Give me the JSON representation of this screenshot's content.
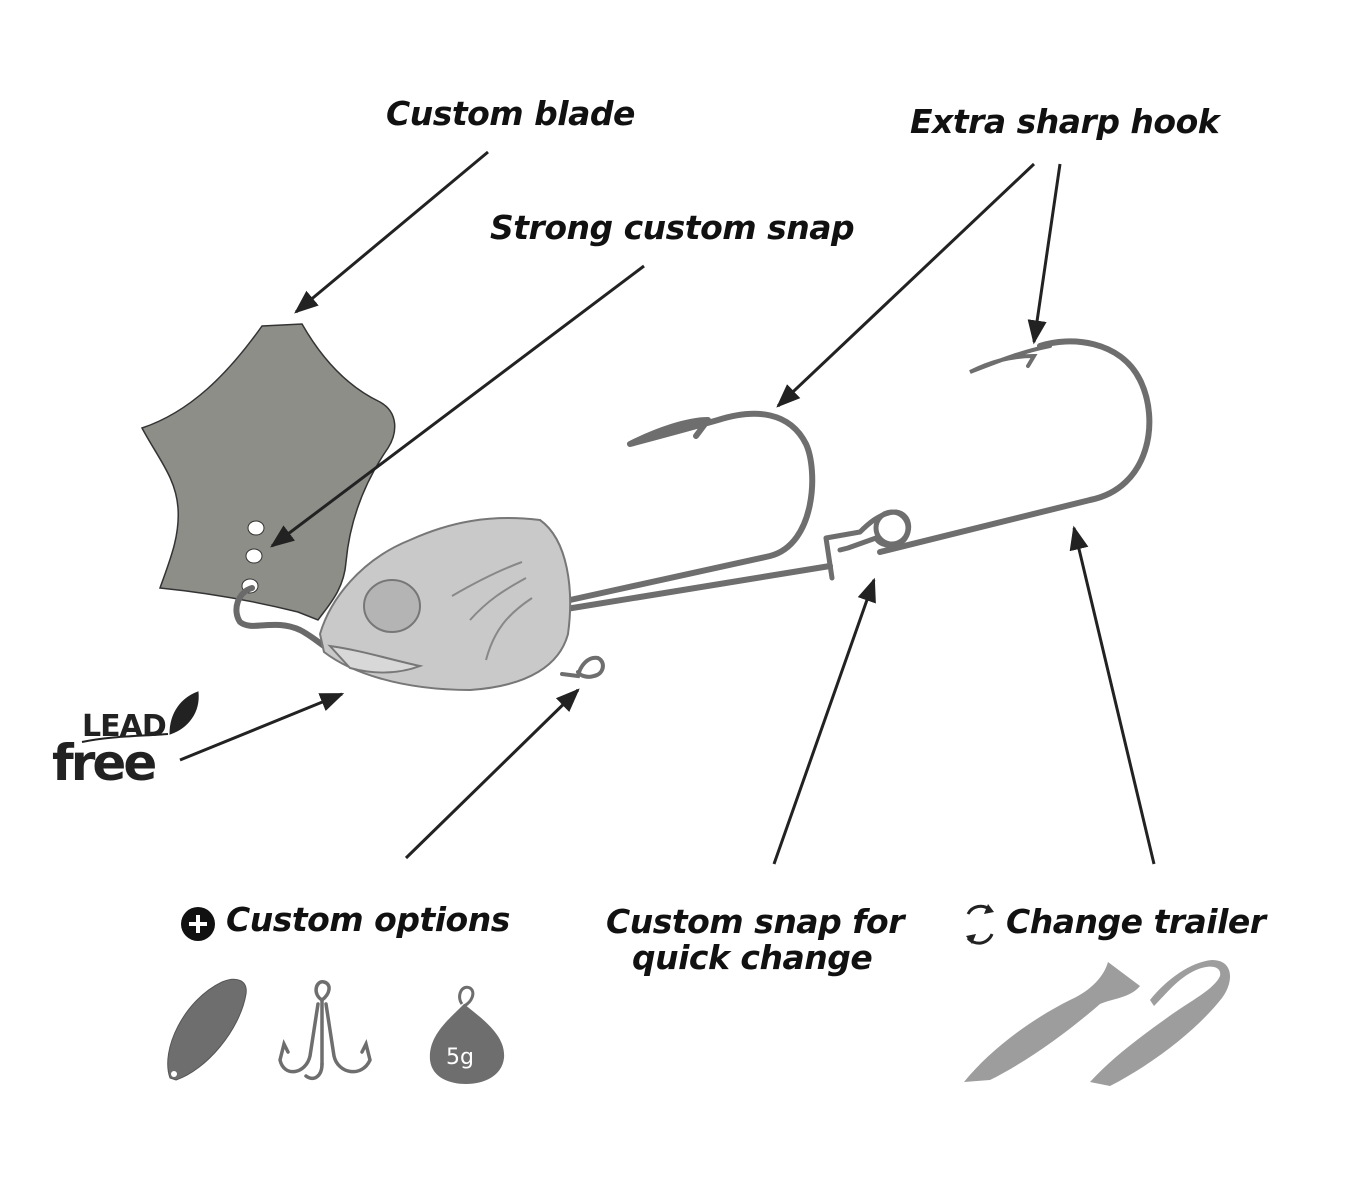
{
  "labels": {
    "custom_blade": "Custom blade",
    "extra_sharp_hook": "Extra sharp hook",
    "strong_custom_snap": "Strong custom snap",
    "custom_options": "Custom options",
    "custom_snap_quick_change_line1": "Custom snap for",
    "custom_snap_quick_change_line2": "quick change",
    "change_trailer": "Change trailer"
  },
  "badge": {
    "lead": "LEAD",
    "free": "free"
  },
  "options": {
    "weight_label": "5g",
    "items": [
      "spoon-blade-icon",
      "treble-hook-icon",
      "weight-sinker-icon"
    ]
  },
  "icons": {
    "plus": "plus-circle-icon",
    "cycle": "refresh-icon",
    "leaf": "leaf-icon"
  },
  "colors": {
    "blade": "#8e8e89",
    "wire": "#6e6e6e",
    "head": "#c9c9c9",
    "trailer": "#9d9d9d",
    "text": "#111111"
  }
}
